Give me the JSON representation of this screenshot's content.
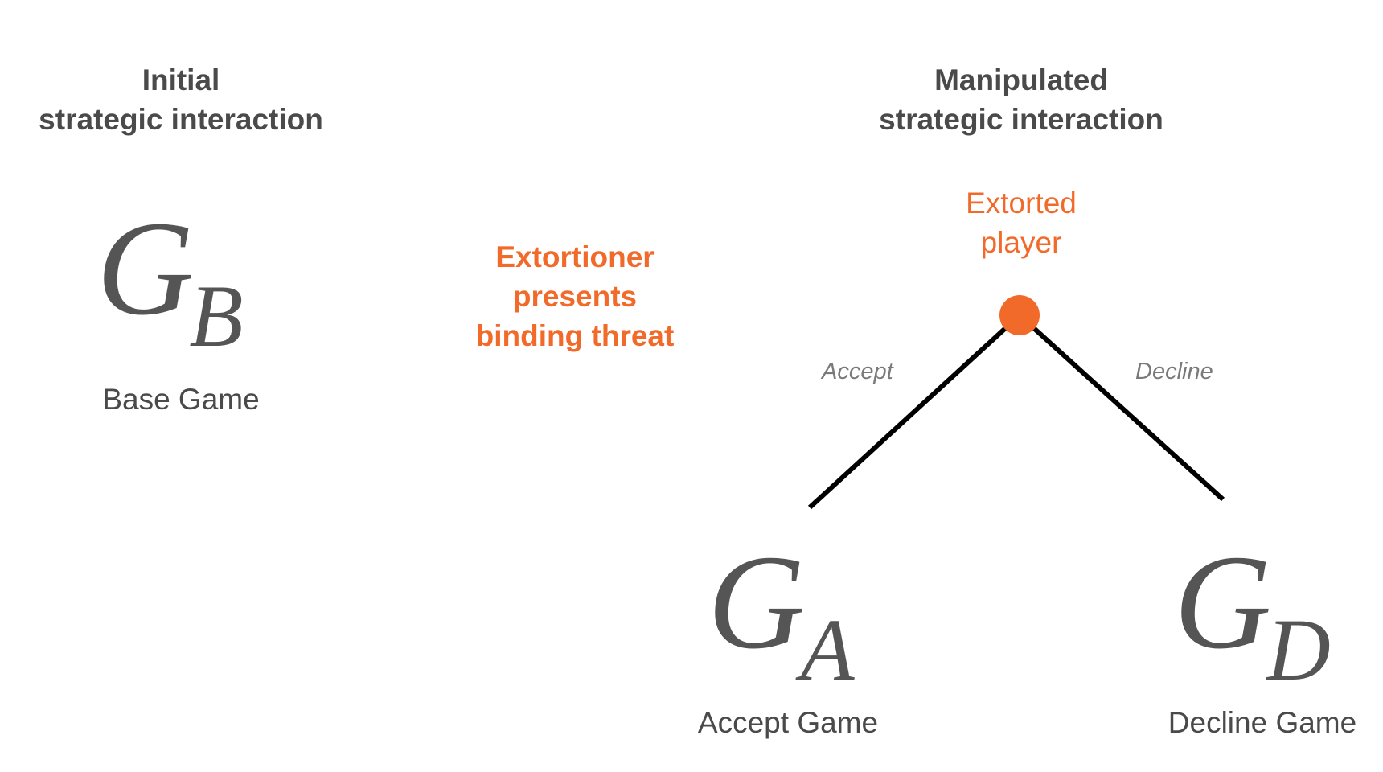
{
  "initial": {
    "title_line1": "Initial",
    "title_line2": "strategic interaction",
    "symbol": "G",
    "subscript": "B",
    "caption": "Base Game"
  },
  "threat": {
    "line1": "Extortioner",
    "line2": "presents",
    "line3": "binding threat"
  },
  "manipulated": {
    "title_line1": "Manipulated",
    "title_line2": "strategic interaction",
    "player_line1": "Extorted",
    "player_line2": "player",
    "accept_edge_label": "Accept",
    "decline_edge_label": "Decline",
    "accept_game": {
      "symbol": "G",
      "subscript": "A",
      "caption": "Accept Game"
    },
    "decline_game": {
      "symbol": "G",
      "subscript": "D",
      "caption": "Decline Game"
    }
  },
  "colors": {
    "heading": "#4a4a4a",
    "accent": "#f26a2a",
    "edge_label": "#7a7a7a",
    "edge_line": "#000000"
  }
}
